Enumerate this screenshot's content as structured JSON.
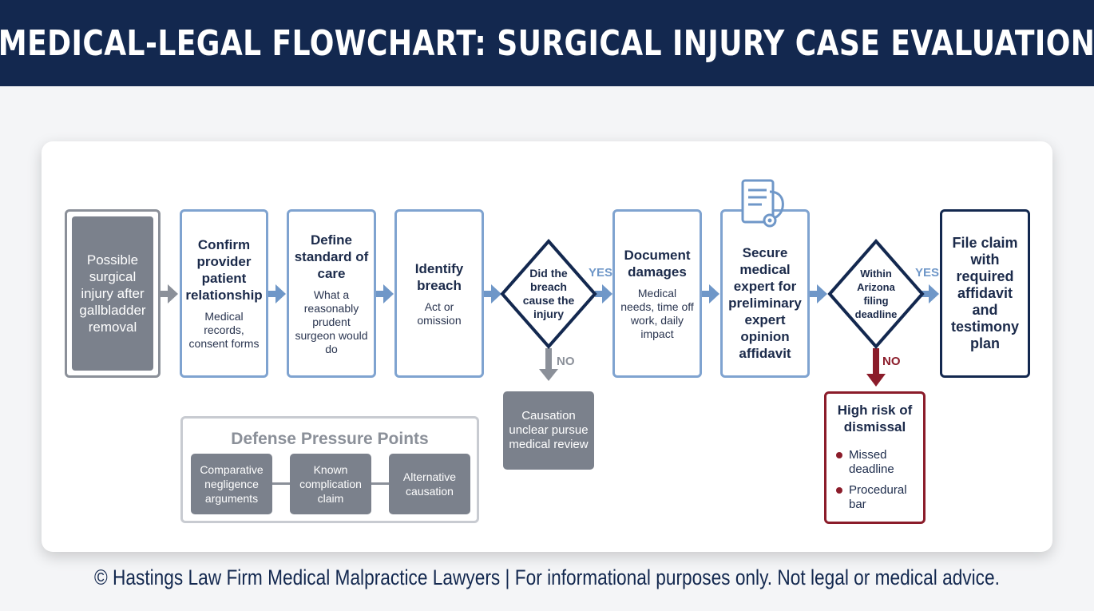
{
  "header": {
    "title": "MEDICAL-LEGAL FLOWCHART: SURGICAL INJURY CASE EVALUATION"
  },
  "flow": {
    "start": "Possible surgical injury after gallbladder removal",
    "steps": [
      {
        "title": "Confirm provider patient relationship",
        "subtitle": "Medical records, consent forms"
      },
      {
        "title": "Define standard of care",
        "subtitle": "What a reasonably prudent surgeon would do"
      },
      {
        "title": "Identify breach",
        "subtitle": "Act or omission"
      },
      {
        "title": "Document damages",
        "subtitle": "Medical needs, time off work, daily impact"
      },
      {
        "title": "Secure medical expert for preliminary expert opinion affidavit",
        "subtitle": ""
      }
    ],
    "decision1": {
      "question": "Did the breach cause the injury",
      "yes": "YES",
      "no": "NO",
      "no_outcome": "Causation unclear pursue medical review"
    },
    "decision2": {
      "question": "Within Arizona filing deadline",
      "yes": "YES",
      "no": "NO"
    },
    "final": "File claim with required affidavit and testimony plan",
    "risk": {
      "title": "High risk of dismissal",
      "items": [
        "Missed deadline",
        "Procedural bar"
      ]
    }
  },
  "defense": {
    "title": "Defense Pressure Points",
    "items": [
      "Comparative negligence arguments",
      "Known complication claim",
      "Alternative causation"
    ]
  },
  "icons": {
    "expert": "medical-document-stethoscope-icon"
  },
  "colors": {
    "navy": "#13284f",
    "blue": "#7fa3d0",
    "grey": "#7b818c",
    "red": "#8b1c2a"
  },
  "footer": {
    "text": "© Hastings Law Firm Medical Malpractice Lawyers | For informational purposes only. Not legal or medical advice."
  }
}
